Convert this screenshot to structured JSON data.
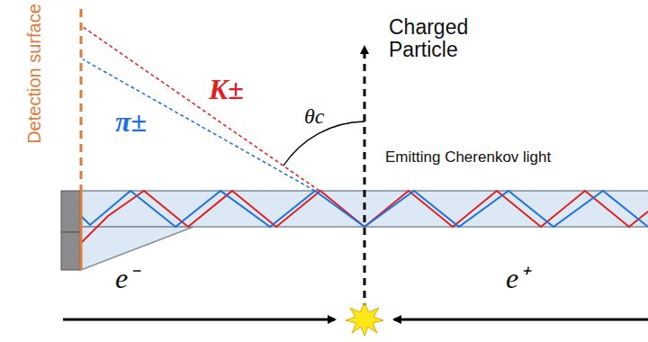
{
  "diagram": {
    "labels": [
      "Detection surface",
      "K±",
      "π±",
      "θc",
      "Charged Particle",
      "Emitting Cherenkov light",
      "e⁻",
      "e⁺"
    ]
  }
}
